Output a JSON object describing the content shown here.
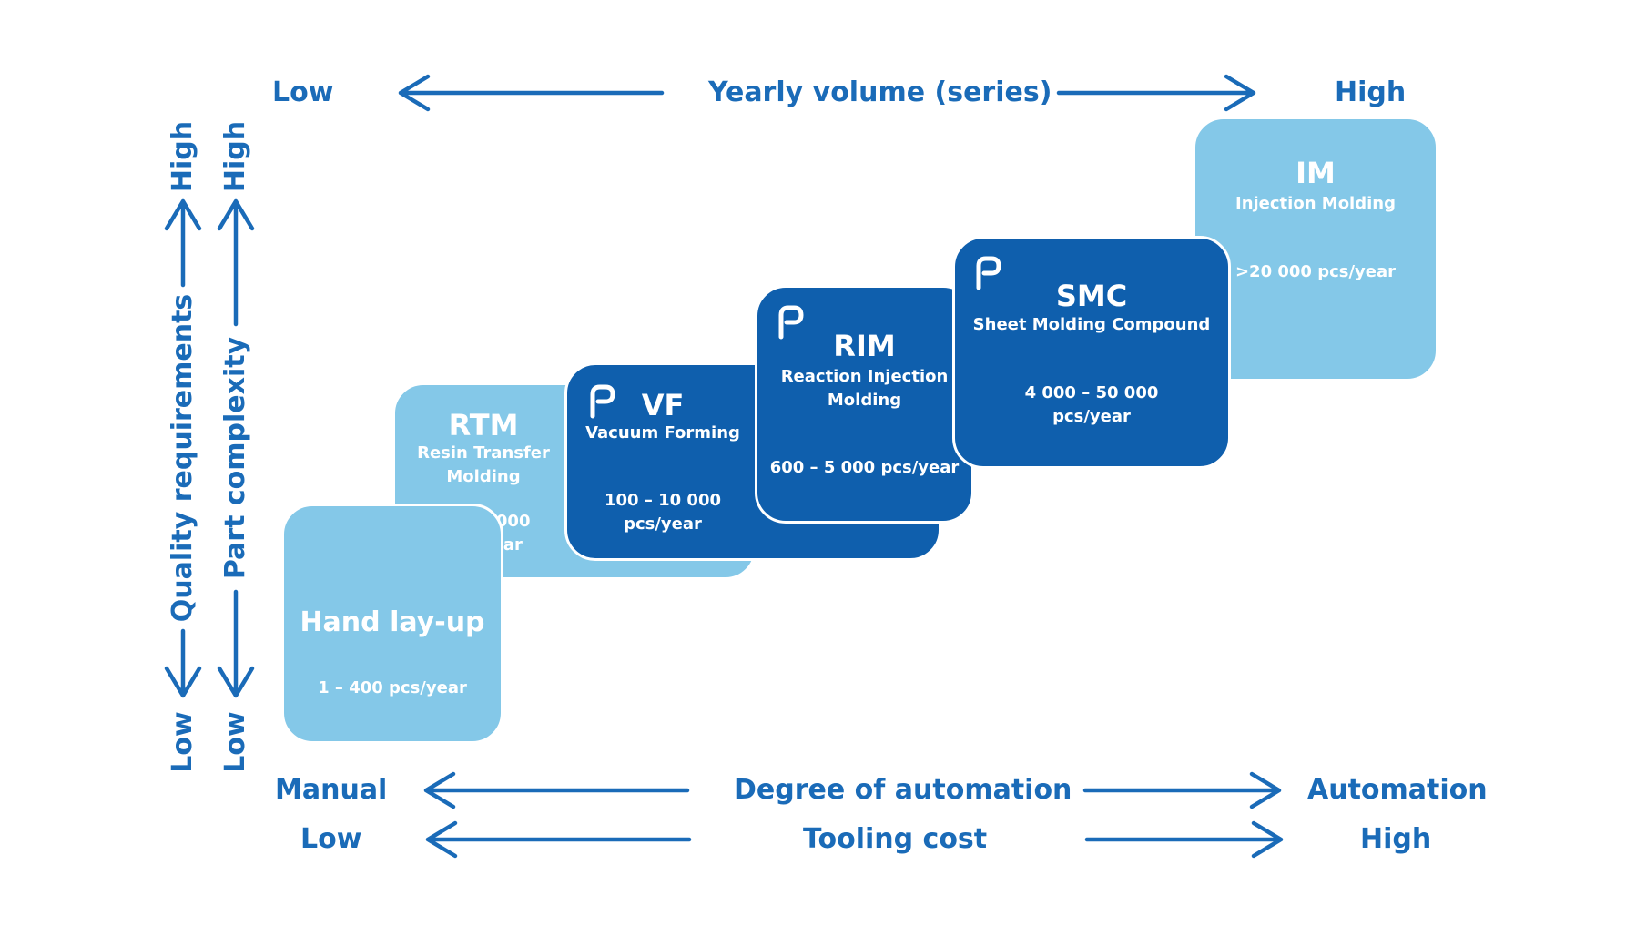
{
  "axes": {
    "top": {
      "left": "Low",
      "center": "Yearly volume (series)",
      "right": "High"
    },
    "automation": {
      "left": "Manual",
      "center": "Degree of automation",
      "right": "Automation"
    },
    "tooling": {
      "left": "Low",
      "center": "Tooling cost",
      "right": "High"
    },
    "quality": {
      "label": "Quality requirements",
      "high": "High",
      "low": "Low"
    },
    "complexity": {
      "label": "Part complexity",
      "high": "High",
      "low": "Low"
    }
  },
  "processes": {
    "hand": {
      "code": "Hand lay-up",
      "volume": "1 – 400 pcs/year"
    },
    "rtm": {
      "code": "RTM",
      "name": "Resin Transfer Molding",
      "volume": "50 – 1 000 pcs/year"
    },
    "vf": {
      "code": "VF",
      "name": "Vacuum Forming",
      "volume": "100 – 10 000 pcs/year"
    },
    "rim": {
      "code": "RIM",
      "name": "Reaction Injection Molding",
      "volume": "600 – 5 000 pcs/year"
    },
    "smc": {
      "code": "SMC",
      "name": "Sheet Molding Compound",
      "volume": "4 000 – 50 000 pcs/year"
    },
    "im": {
      "code": "IM",
      "name": "Injection Molding",
      "volume": ">20 000 pcs/year"
    }
  },
  "colors": {
    "accent": "#1a6bb8",
    "light_box": "#84c8e8",
    "dark_box": "#0f5fad"
  },
  "icons": {
    "company_logo": "brand-mark-icon"
  }
}
